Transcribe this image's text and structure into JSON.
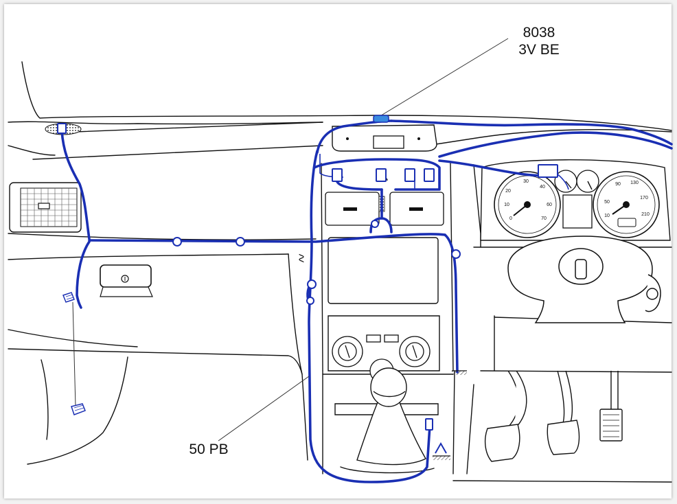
{
  "labels": {
    "connector_top": "8038",
    "connector_top_sub": "3V BE",
    "ground_point": "50 PB"
  },
  "colors": {
    "harness": "#1a2fb3",
    "connector_highlight": "#3a8be0",
    "outline": "#111111",
    "background": "#ffffff"
  }
}
